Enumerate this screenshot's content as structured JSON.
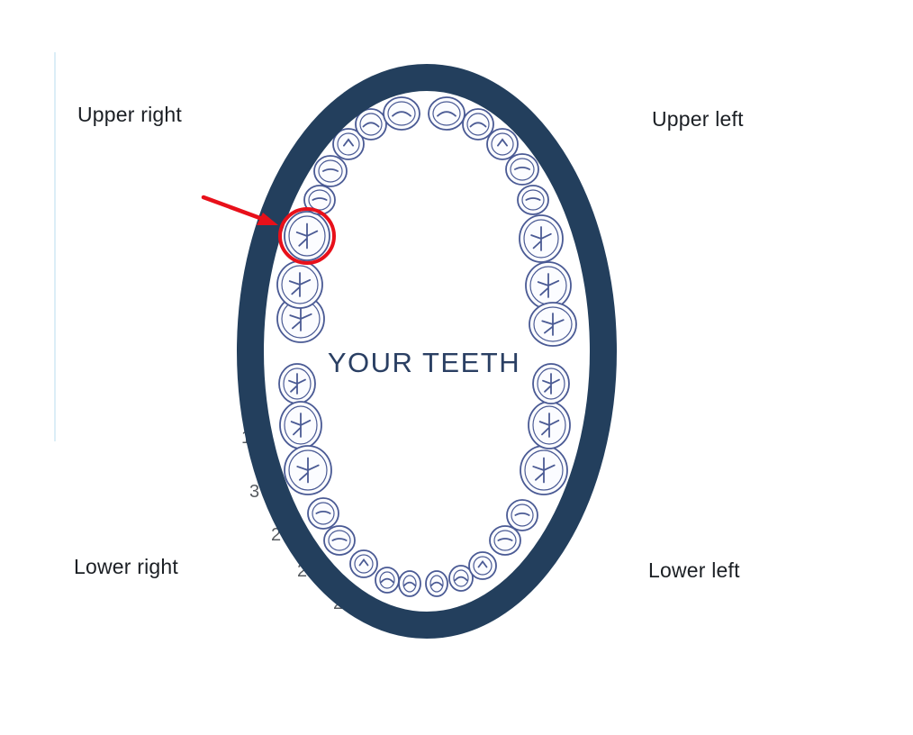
{
  "labels": {
    "upper_right": "Upper right",
    "upper_left": "Upper left",
    "lower_right": "Lower right",
    "lower_left": "Lower left"
  },
  "center_title": "YOUR TEETH",
  "colors": {
    "arch_outline": "#233f5d",
    "tooth_stroke": "#4a5a94",
    "highlight": "#e8101a",
    "label_text": "#1b1f24"
  },
  "highlighted_tooth": "upper right molar"
}
